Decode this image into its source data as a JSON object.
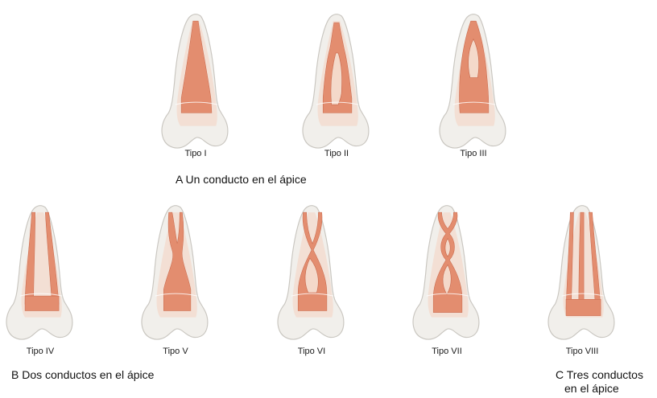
{
  "teeth": [
    {
      "label": "Tipo I",
      "type": "I"
    },
    {
      "label": "Tipo II",
      "type": "II"
    },
    {
      "label": "Tipo III",
      "type": "III"
    },
    {
      "label": "Tipo IV",
      "type": "IV"
    },
    {
      "label": "Tipo V",
      "type": "V"
    },
    {
      "label": "Tipo VI",
      "type": "VI"
    },
    {
      "label": "Tipo VII",
      "type": "VII"
    },
    {
      "label": "Tipo VIII",
      "type": "VIII"
    }
  ],
  "captions": {
    "a": "A Un conducto en el ápice",
    "b": "B Dos conductos en el ápice",
    "c_line1": "C Tres conductos",
    "c_line2": "en el ápice"
  },
  "colors": {
    "enamel": "#f1efeb",
    "enamel_edge": "#c9c6c0",
    "dentin": "#f4d9ca",
    "canal": "#e38d6f",
    "canal_edge": "#c9694c"
  }
}
